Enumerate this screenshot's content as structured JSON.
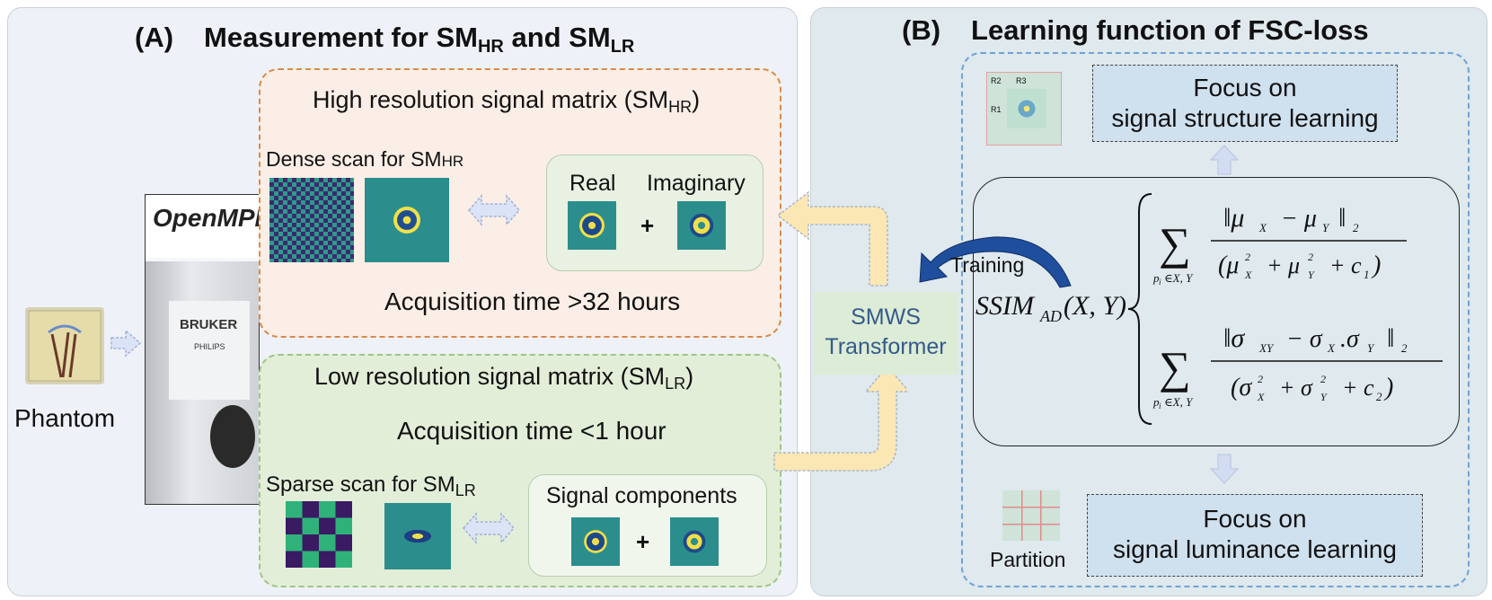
{
  "panel_a": {
    "label": "(A)",
    "title": "Measurement for SM",
    "title_sub1": "HR",
    "title_mid": " and SM",
    "title_sub2": "LR",
    "hr": {
      "title": "High resolution signal matrix (SM",
      "title_sub": "HR",
      "title_end": ")",
      "scan_label": "Dense scan for SM",
      "scan_sub": "HR",
      "real_label": "Real",
      "imag_label": "Imaginary",
      "plus": "+",
      "acq_time": "Acquisition time >32 hours"
    },
    "lr": {
      "title": "Low resolution signal matrix (SM",
      "title_sub": "LR",
      "title_end": ")",
      "acq_time": "Acquisition time <1 hour",
      "scan_label": "Sparse scan for SM",
      "scan_sub": "LR",
      "components_label": "Signal components",
      "plus": "+"
    },
    "phantom_label": "Phantom",
    "scanner_logo": "OpenMPI",
    "scanner_brand": "BRUKER",
    "scanner_sub": "PHILIPS"
  },
  "panel_b": {
    "label": "(B)",
    "title": "Learning function of FSC-loss",
    "focus_top_line1": "Focus on",
    "focus_top_line2": "signal structure learning",
    "focus_bottom_line1": "Focus on",
    "focus_bottom_line2": "signal luminance learning",
    "partition_label": "Partition",
    "training_label": "Training",
    "grid_labels": [
      "R2",
      "R3",
      "R1"
    ]
  },
  "transformer": {
    "line1": "SMWS",
    "line2": "Transformer"
  },
  "colors": {
    "panel_a_bg": "#eef2f8",
    "panel_b_bg": "#dfe9ee",
    "hr_border": "#d98a4a",
    "lr_border": "#9fc58a",
    "arrow_yellow": "#fbe7b4",
    "training_arrow": "#1f4e9c",
    "transformer_text": "#355a8a"
  }
}
